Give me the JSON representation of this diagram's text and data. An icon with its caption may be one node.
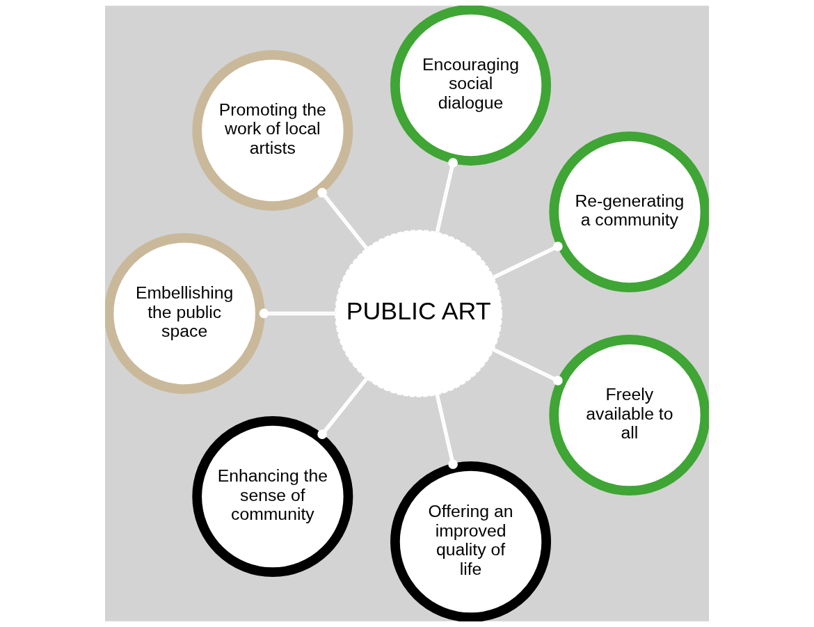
{
  "diagram": {
    "nodes": [
      {
        "text": [
          "PUBLIC ART"
        ]
      },
      {
        "text": [
          "Re-generating a community"
        ]
      },
      {
        "text": [
          "Encouraging social dialogue"
        ]
      },
      {
        "text": [
          "Promoting the work of local artists"
        ]
      },
      {
        "text": [
          "Embellishing the public space"
        ]
      },
      {
        "text": [
          "Enhancing the sense of community"
        ]
      },
      {
        "text": [
          "Offering an improved quality of life"
        ]
      },
      {
        "text": [
          "Freely available to all"
        ]
      }
    ],
    "edges": [
      {
        "from": 0,
        "to": 1,
        "arrow": "other"
      },
      {
        "from": 0,
        "to": 2,
        "arrow": "other"
      },
      {
        "from": 0,
        "to": 3,
        "arrow": "other"
      },
      {
        "from": 0,
        "to": 4,
        "arrow": "other"
      },
      {
        "from": 0,
        "to": 5,
        "arrow": "other"
      },
      {
        "from": 0,
        "to": 6,
        "arrow": "other"
      },
      {
        "from": 0,
        "to": 7,
        "arrow": "other"
      }
    ]
  }
}
